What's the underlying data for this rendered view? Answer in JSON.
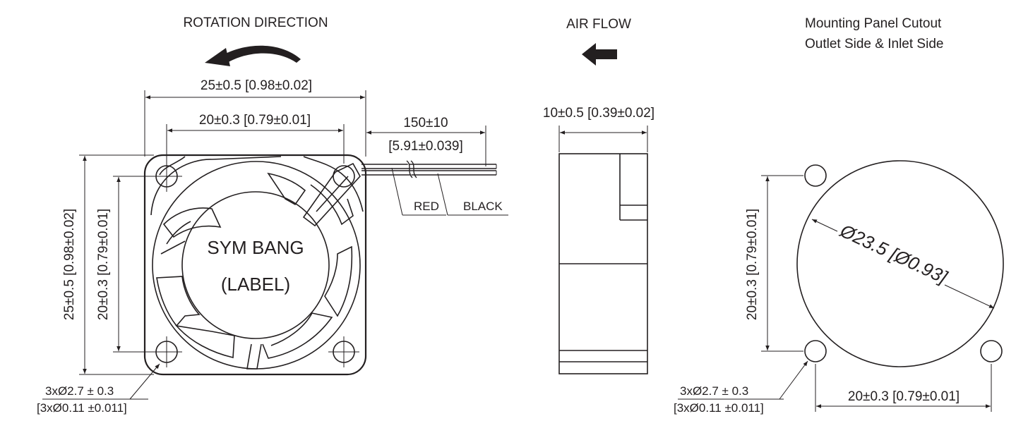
{
  "front_view": {
    "rotation_title": "ROTATION DIRECTION",
    "width_overall": "25±0.5 [0.98±0.02]",
    "hole_spacing_x": "20±0.3 [0.79±0.01]",
    "height_overall": "25±0.5 [0.98±0.02]",
    "hole_spacing_y": "20±0.3 [0.79±0.01]",
    "label_line1": "SYM BANG",
    "label_line2": "(LABEL)",
    "hole_callout_1": "3xØ2.7 ± 0.3",
    "hole_callout_2": "[3xØ0.11 ±0.011]"
  },
  "wires": {
    "length_1": "150±10",
    "length_2": "[5.91±0.039]",
    "red_label": "RED",
    "black_label": "BLACK"
  },
  "side_view": {
    "airflow_title": "AIR FLOW",
    "thickness": "10±0.5 [0.39±0.02]"
  },
  "cutout_view": {
    "title_line1": "Mounting Panel Cutout",
    "title_line2": "Outlet Side & Inlet Side",
    "diameter": "Ø23.5 [Ø0.93]",
    "hole_spacing_y": "20±0.3 [0.79±0.01]",
    "hole_spacing_x": "20±0.3 [0.79±0.01]",
    "hole_callout_1": "3xØ2.7 ± 0.3",
    "hole_callout_2": "[3xØ0.11 ±0.011]"
  },
  "colors": {
    "ink": "#231f20",
    "background": "#ffffff"
  }
}
